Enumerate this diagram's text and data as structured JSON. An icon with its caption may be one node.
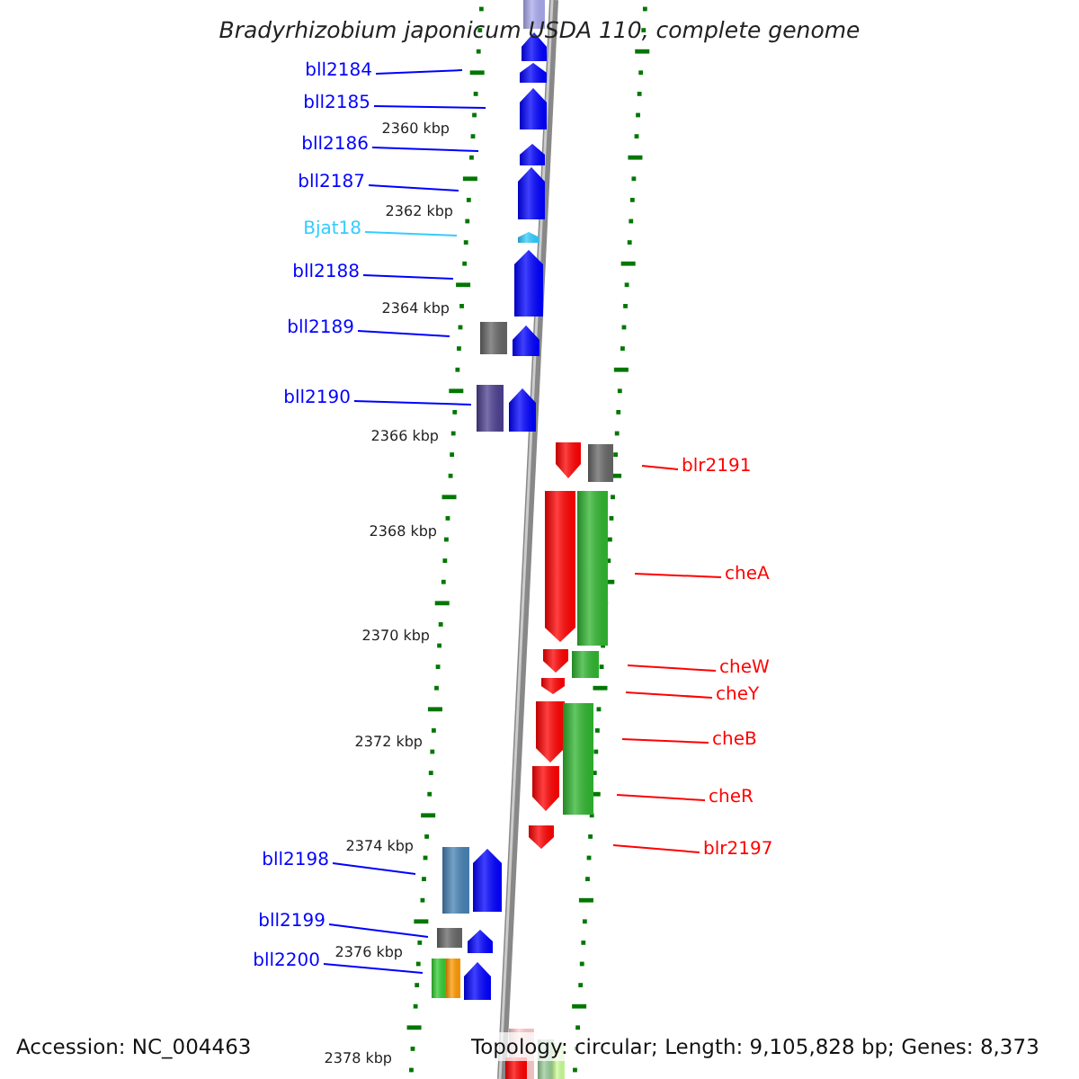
{
  "diagram": {
    "title": "Bradyrhizobium japonicum USDA 110, complete genome",
    "nodes": [
      {
        "text": [
          "bll2184"
        ]
      },
      {
        "text": [
          "bll2185"
        ]
      },
      {
        "text": [
          "bll2186"
        ]
      },
      {
        "text": [
          "bll2187"
        ]
      },
      {
        "text": [
          "Bjat18"
        ]
      },
      {
        "text": [
          "bll2188"
        ]
      },
      {
        "text": [
          "bll2189"
        ]
      },
      {
        "text": [
          "bll2190"
        ]
      },
      {
        "text": [
          "blr2191"
        ]
      },
      {
        "text": [
          "cheA"
        ]
      },
      {
        "text": [
          "cheW"
        ]
      },
      {
        "text": [
          "cheY"
        ]
      },
      {
        "text": [
          "cheB"
        ]
      },
      {
        "text": [
          "cheR"
        ]
      },
      {
        "text": [
          "blr2197"
        ]
      },
      {
        "text": [
          "bll2198"
        ]
      },
      {
        "text": [
          "bll2199"
        ]
      },
      {
        "text": [
          "bll2200"
        ]
      }
    ],
    "edges": [
      {
        "from": 0,
        "to": null,
        "arrow": "none"
      },
      {
        "from": 1,
        "to": null,
        "arrow": "none"
      },
      {
        "from": 2,
        "to": null,
        "arrow": "none"
      },
      {
        "from": 3,
        "to": null,
        "arrow": "none"
      },
      {
        "from": 4,
        "to": null,
        "arrow": "none",
        "color": "#33ccff"
      },
      {
        "from": 5,
        "to": null,
        "arrow": "none"
      },
      {
        "from": 6,
        "to": null,
        "arrow": "none"
      },
      {
        "from": 7,
        "to": null,
        "arrow": "none"
      },
      {
        "from": 8,
        "to": null,
        "arrow": "none",
        "color": "#ff0000"
      },
      {
        "from": 9,
        "to": null,
        "arrow": "none",
        "color": "#ff0000"
      },
      {
        "from": 10,
        "to": null,
        "arrow": "none",
        "color": "#ff0000"
      },
      {
        "from": 11,
        "to": null,
        "arrow": "none",
        "color": "#ff0000"
      },
      {
        "from": 12,
        "to": null,
        "arrow": "none",
        "color": "#ff0000"
      },
      {
        "from": 13,
        "to": null,
        "arrow": "none",
        "color": "#ff0000"
      },
      {
        "from": 14,
        "to": null,
        "arrow": "none",
        "color": "#ff0000"
      },
      {
        "from": 15,
        "to": null,
        "arrow": "none"
      },
      {
        "from": 16,
        "to": null,
        "arrow": "none"
      },
      {
        "from": 17,
        "to": null,
        "arrow": "none"
      }
    ],
    "labels": [
      "2360 kbp",
      "2362 kbp",
      "2364 kbp",
      "2366 kbp",
      "2368 kbp",
      "2370 kbp",
      "2372 kbp",
      "2374 kbp",
      "2376 kbp",
      "2378 kbp",
      "Accession: NC_004463",
      "Topology: circular; Length: 9,105,828 bp; Genes: 8,373"
    ]
  }
}
